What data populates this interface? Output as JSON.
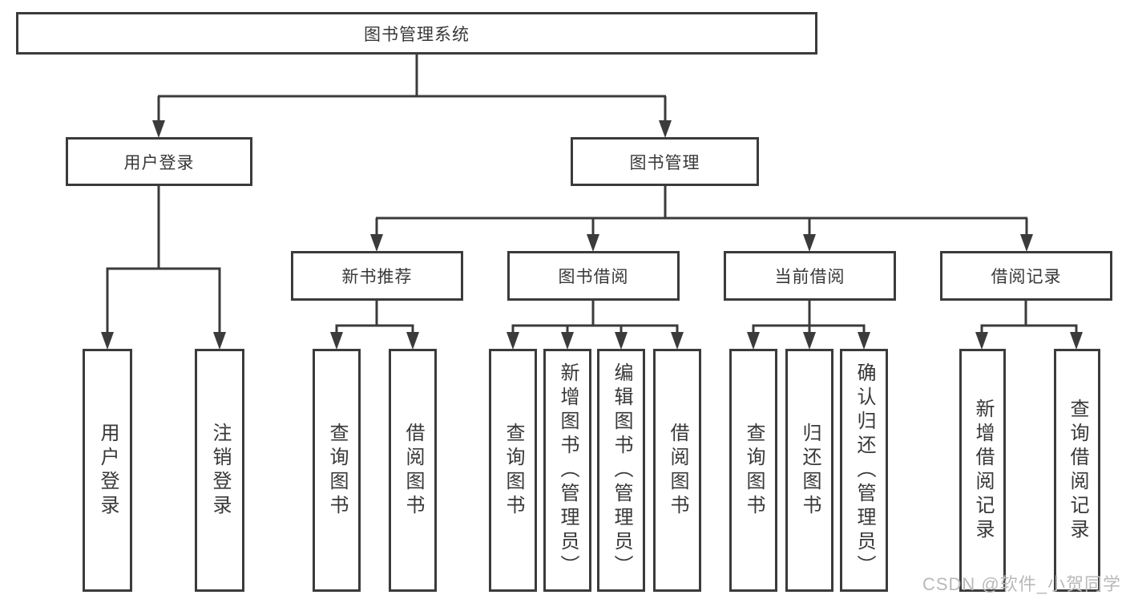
{
  "watermark": "CSDN @软件_小贺同学",
  "colors": {
    "line": "#3b3b3b",
    "text": "#383838",
    "watermark": "#b9b9b9",
    "background": "#ffffff"
  },
  "diagram": {
    "type": "tree",
    "root": {
      "label": "图书管理系统"
    },
    "children": [
      {
        "label": "用户登录",
        "children": [
          {
            "label": "用户登录"
          },
          {
            "label": "注销登录"
          }
        ]
      },
      {
        "label": "图书管理",
        "children": [
          {
            "label": "新书推荐",
            "children": [
              {
                "label": "查询图书"
              },
              {
                "label": "借阅图书"
              }
            ]
          },
          {
            "label": "图书借阅",
            "children": [
              {
                "label": "查询图书"
              },
              {
                "label": "新增图书（管理员）"
              },
              {
                "label": "编辑图书（管理员）"
              },
              {
                "label": "借阅图书"
              }
            ]
          },
          {
            "label": "当前借阅",
            "children": [
              {
                "label": "查询图书"
              },
              {
                "label": "归还图书"
              },
              {
                "label": "确认归还（管理员）"
              }
            ]
          },
          {
            "label": "借阅记录",
            "children": [
              {
                "label": "新增借阅记录"
              },
              {
                "label": "查询借阅记录"
              }
            ]
          }
        ]
      }
    ]
  }
}
